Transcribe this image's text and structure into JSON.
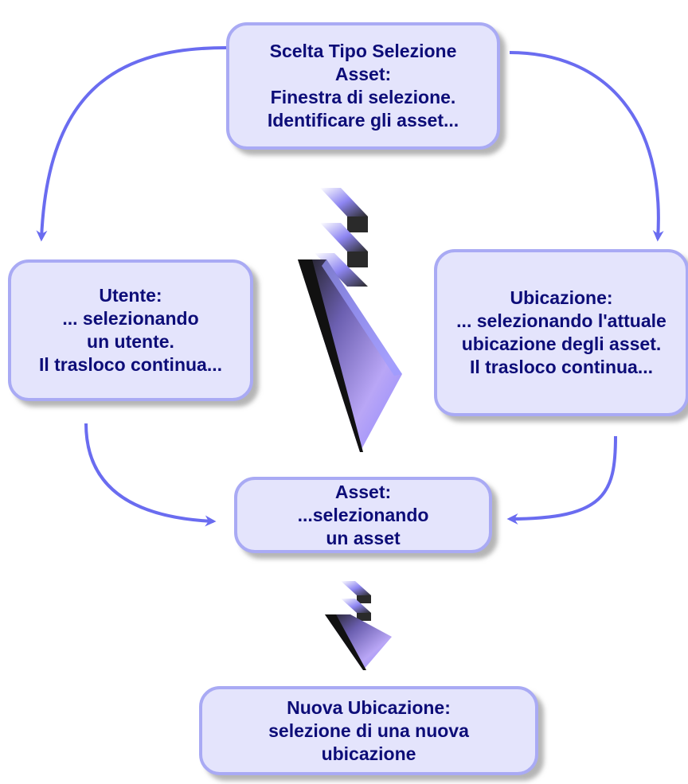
{
  "colors": {
    "box_fill": "#e4e4fc",
    "box_border": "#a9aaf4",
    "text": "#0d0d78",
    "connector": "#6a6cf0"
  },
  "nodes": {
    "top": {
      "lines": [
        "Scelta Tipo Selezione",
        "Asset:",
        "Finestra di selezione.",
        "Identificare gli asset..."
      ]
    },
    "left": {
      "lines": [
        "Utente:",
        "... selezionando",
        "un utente.",
        "Il trasloco continua..."
      ]
    },
    "right": {
      "lines": [
        "Ubicazione:",
        "... selezionando l'attuale",
        "ubicazione degli asset.",
        "Il trasloco continua..."
      ]
    },
    "center": {
      "lines": [
        "Asset:",
        "...selezionando",
        "un asset"
      ]
    },
    "bottom": {
      "lines": [
        "Nuova Ubicazione:",
        "selezione di una nuova",
        "ubicazione"
      ]
    }
  },
  "edges": [
    {
      "from": "top",
      "to": "left"
    },
    {
      "from": "top",
      "to": "right"
    },
    {
      "from": "left",
      "to": "center"
    },
    {
      "from": "right",
      "to": "center"
    },
    {
      "from": "center",
      "to": "bottom"
    }
  ],
  "icons": [
    "large-down-arrow-icon",
    "small-down-arrow-icon"
  ]
}
